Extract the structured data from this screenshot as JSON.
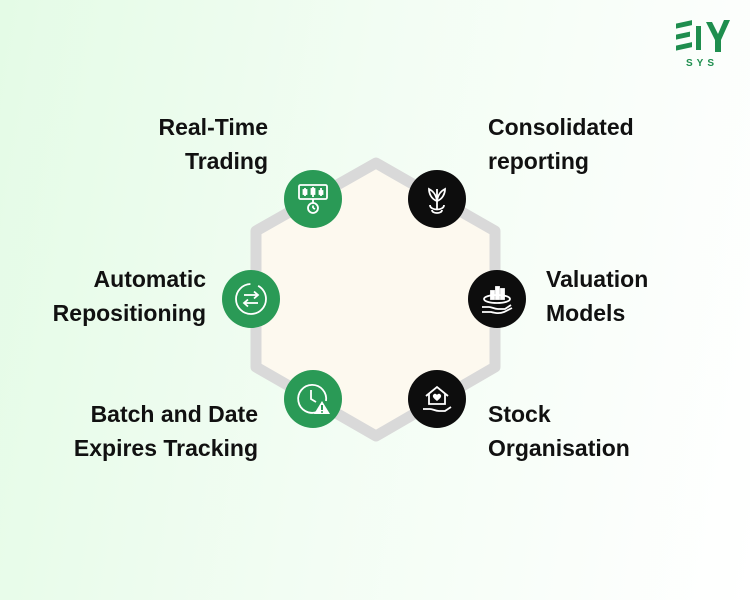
{
  "logo": {
    "mark": "EIY",
    "sub": "SYS",
    "color": "#1e8e4e"
  },
  "hexagon": {
    "fill": "#fdf9ef",
    "stroke": "#d9d9d9"
  },
  "colors": {
    "green": "#2a9a56",
    "black": "#0d0d0d"
  },
  "features": [
    {
      "id": "real-time-trading",
      "lines": [
        "Real-Time",
        "Trading"
      ],
      "icon": "candlestick-chart-icon",
      "color": "#2a9a56"
    },
    {
      "id": "consolidated-reporting",
      "lines": [
        "Consolidated",
        "reporting"
      ],
      "icon": "plant-sprout-icon",
      "color": "#0d0d0d"
    },
    {
      "id": "automatic-repositioning",
      "lines": [
        "Automatic",
        "Repositioning"
      ],
      "icon": "exchange-arrows-icon",
      "color": "#2a9a56"
    },
    {
      "id": "valuation-models",
      "lines": [
        "Valuation",
        "Models"
      ],
      "icon": "hand-chart-icon",
      "color": "#0d0d0d"
    },
    {
      "id": "batch-date-tracking",
      "lines": [
        "Batch and Date",
        "Expires Tracking"
      ],
      "icon": "clock-warning-icon",
      "color": "#2a9a56"
    },
    {
      "id": "stock-organisation",
      "lines": [
        "Stock",
        "Organisation"
      ],
      "icon": "heart-house-hand-icon",
      "color": "#0d0d0d"
    }
  ]
}
